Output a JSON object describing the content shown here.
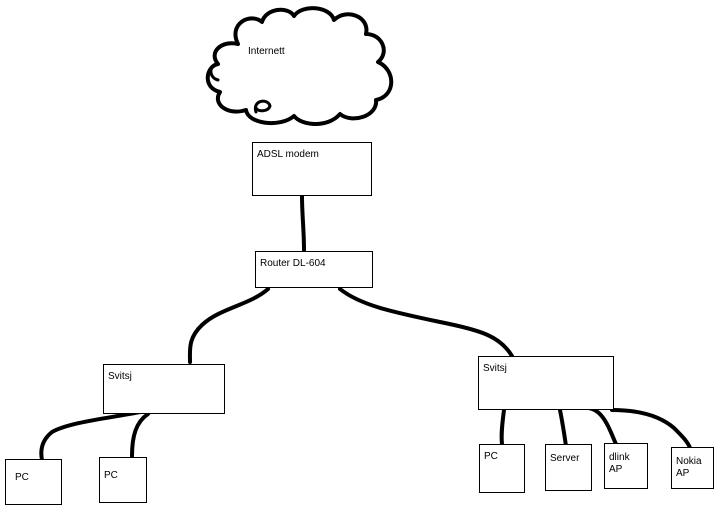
{
  "cloud": {
    "label": "Internett"
  },
  "nodes": {
    "modem": "ADSL modem",
    "router": "Router DL-604",
    "switch_left": "Svitsj",
    "switch_right": "Svitsj",
    "pc1": "PC",
    "pc2": "PC",
    "pc3": "PC",
    "server": "Server",
    "dlink_ap": "dlink\nAP",
    "nokia_ap": "Nokia\nAP"
  },
  "colors": {
    "ink": "#000000",
    "background": "#ffffff"
  }
}
